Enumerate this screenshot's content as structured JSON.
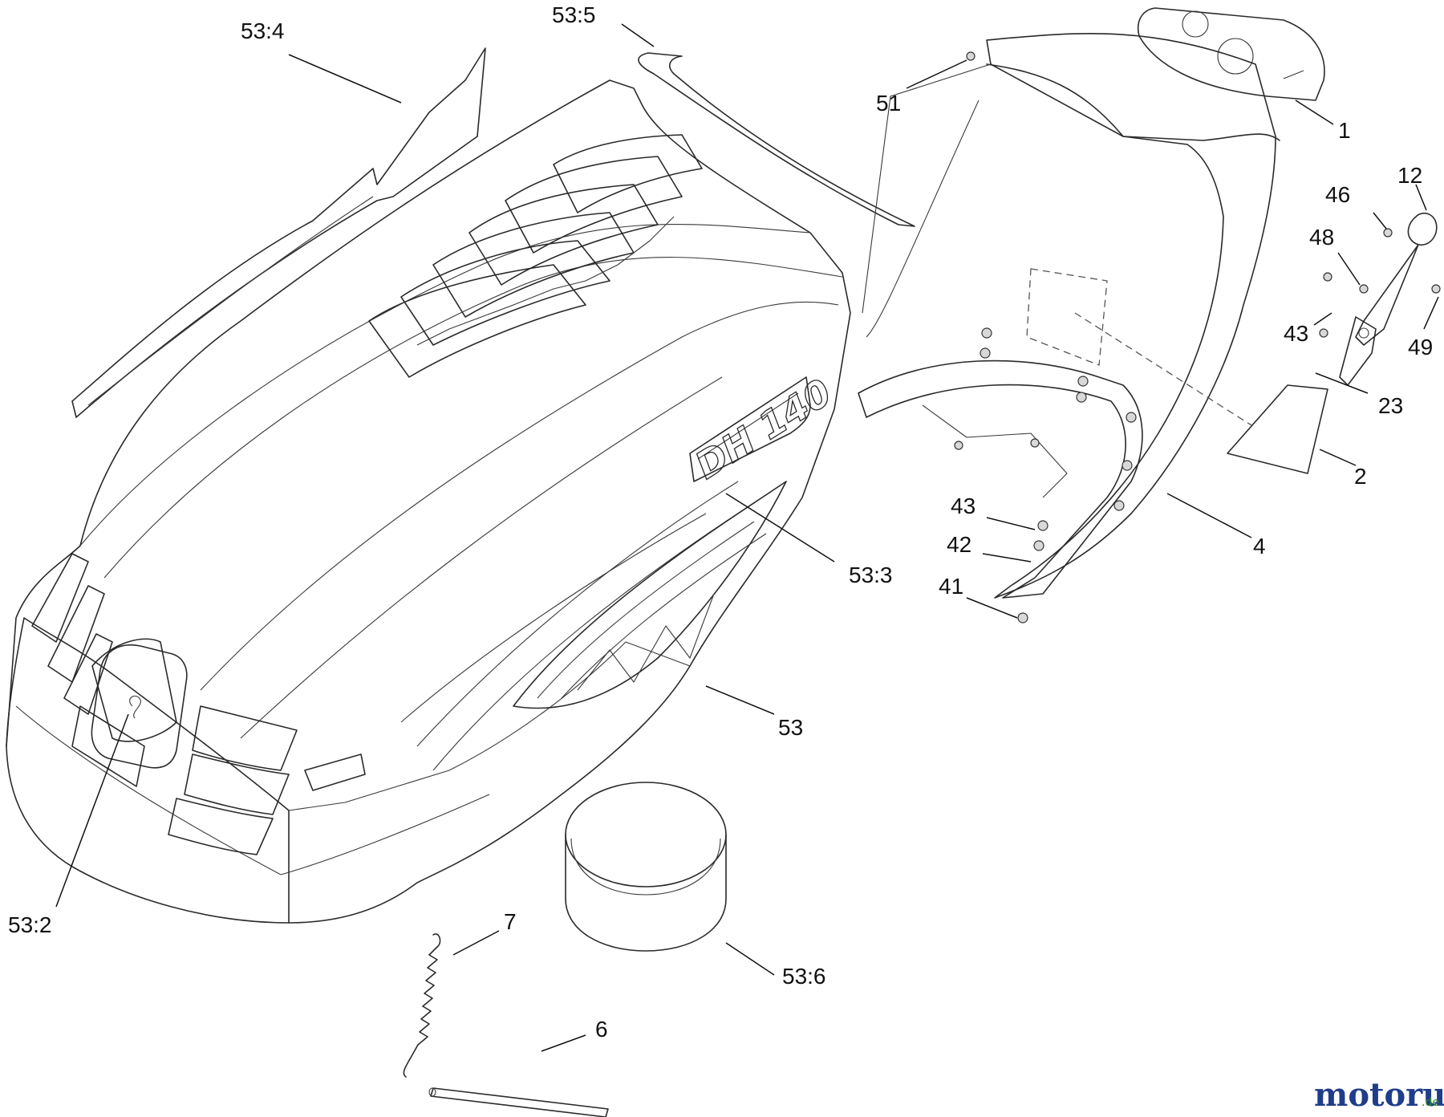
{
  "labels": {
    "l_53_4": "53:4",
    "l_53_5": "53:5",
    "l_51": "51",
    "l_1": "1",
    "l_12": "12",
    "l_46": "46",
    "l_48": "48",
    "l_43a": "43",
    "l_49": "49",
    "l_23": "23",
    "l_2": "2",
    "l_4": "4",
    "l_43b": "43",
    "l_42": "42",
    "l_41": "41",
    "l_53_3": "53:3",
    "l_53": "53",
    "l_53_2": "53:2",
    "l_7": "7",
    "l_53_6": "53:6",
    "l_6": "6"
  },
  "decal_text": "DH 140",
  "watermark": {
    "main": "motoruf",
    "tld": ".de",
    "colors": {
      "m": "#1f3d8a",
      "o": "#2f8a2f",
      "accent": "#e08a1e"
    }
  },
  "colors": {
    "line": "#2a2a2a",
    "background": "#ffffff"
  }
}
